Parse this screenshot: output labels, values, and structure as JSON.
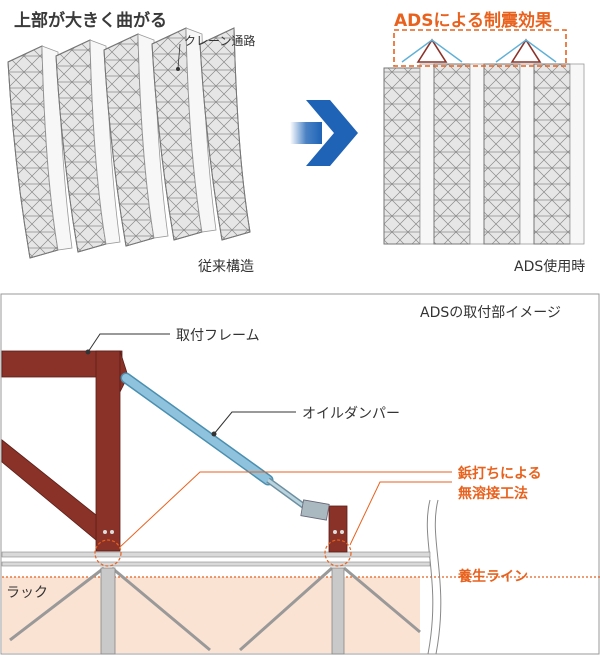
{
  "top": {
    "left_title": "上部が大きく曲がる",
    "crane_label": "クレーン通路",
    "left_caption": "従来構造",
    "right_title": "ADSによる制震効果",
    "right_caption": "ADS使用時"
  },
  "bottom": {
    "panel_title": "ADSの取付部イメージ",
    "frame_label": "取付フレーム",
    "damper_label": "オイルダンパー",
    "method_label_1": "鋲打ちによる",
    "method_label_2": "無溶接工法",
    "curing_label": "養生ライン",
    "rack_label": "ラック"
  },
  "colors": {
    "accent": "#e8621e",
    "arrow": "#1e63b6",
    "steel": "#8b3228",
    "damper": "#8fc3dd",
    "curing_zone": "#fbe3d4"
  }
}
